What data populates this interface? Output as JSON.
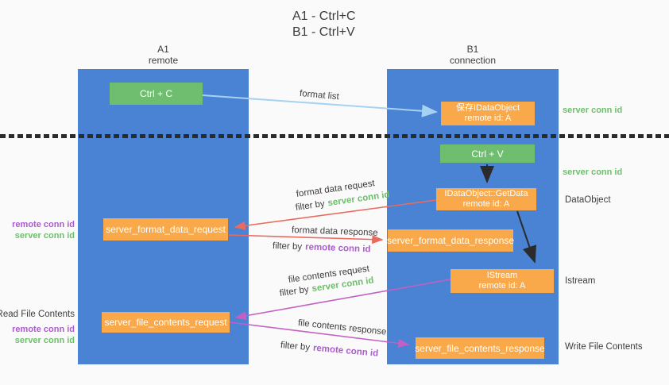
{
  "title": {
    "line1": "A1 - Ctrl+C",
    "line2": "B1 - Ctrl+V"
  },
  "columns": {
    "a": {
      "name": "A1",
      "subtitle": "remote"
    },
    "b": {
      "name": "B1",
      "subtitle": "connection"
    }
  },
  "boxes": {
    "ctrl_c": {
      "label": "Ctrl + C"
    },
    "save_dataobject": {
      "line1": "保存IDataObject",
      "line2": "remote id: A"
    },
    "ctrl_v": {
      "label": "Ctrl + V"
    },
    "getdata": {
      "line1": "IDataObject::GetData",
      "line2": "remote id: A"
    },
    "format_request": {
      "label": "server_format_data_request"
    },
    "format_response": {
      "label": "server_format_data_response"
    },
    "istream": {
      "line1": "IStream",
      "line2": "remote id: A"
    },
    "file_request": {
      "label": "server_file_contents_request"
    },
    "file_response": {
      "label": "server_file_contents_response"
    }
  },
  "flow": {
    "format_list": "format list",
    "format_data_request": "format data request",
    "format_data_response": "format data response",
    "file_contents_request": "file contents request",
    "file_contents_response": "file contents response"
  },
  "terms": {
    "filter_by": "filter by",
    "server_conn_id": "server conn id",
    "remote_conn_id": "remote conn id"
  },
  "side": {
    "read_file_contents": "Read File Contents",
    "write_file_contents": "Write File Contents",
    "dataobject": "DataObject",
    "istream": "Istream"
  },
  "colors": {
    "column_blue": "#4a82d4",
    "box_orange": "#f9a94a",
    "box_green": "#6fbe70",
    "text_green": "#6dbf6b",
    "text_purple": "#ac5ccb",
    "text_dark": "#3d3d3d",
    "arrow_red": "#e96a5f",
    "arrow_magenta": "#c360c3",
    "arrow_lightblue": "#a6d2f2",
    "arrow_black": "#2b2b2b"
  }
}
